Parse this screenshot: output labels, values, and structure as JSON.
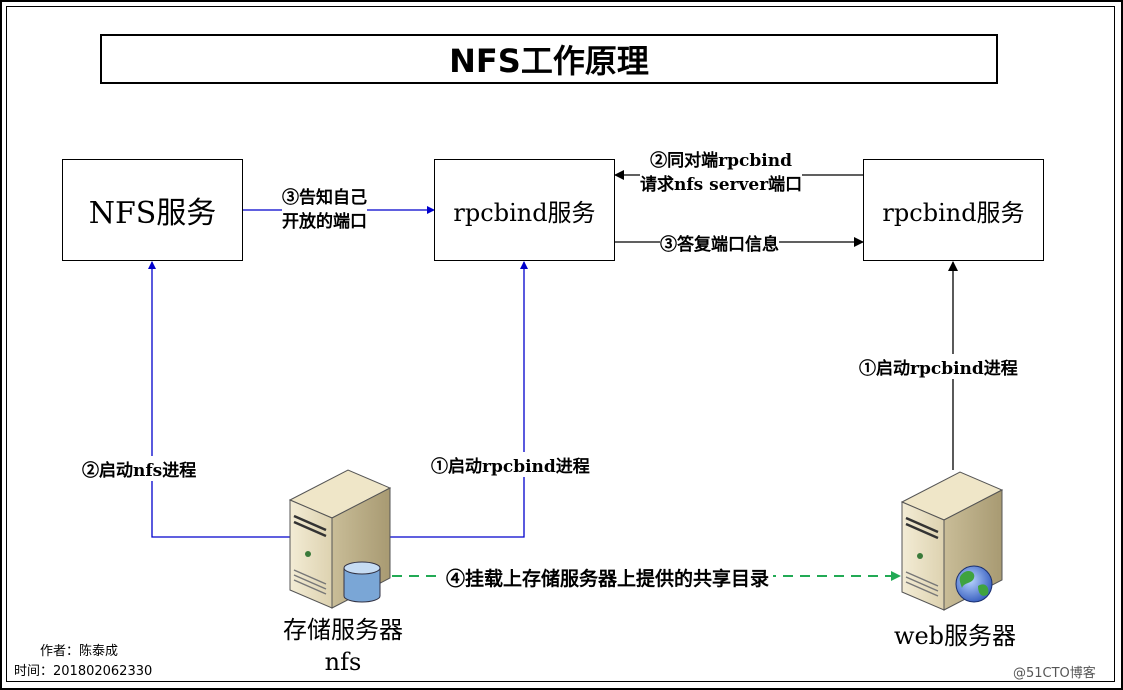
{
  "title": "NFS工作原理",
  "boxes": {
    "nfs_service": "NFS服务",
    "rpcbind_server": "rpcbind服务",
    "rpcbind_client": "rpcbind服务"
  },
  "labels": {
    "tell_port_line1": "③告知自己",
    "tell_port_line2": "开放的端口",
    "request_line1": "②同对端rpcbind",
    "request_line2": "请求nfs server端口",
    "reply": "③答复端口信息",
    "start_rpcbind_client": "①启动rpcbind进程",
    "start_nfs": "②启动nfs进程",
    "start_rpcbind_server": "①启动rpcbind进程",
    "mount": "④挂载上存储服务器上提供的共享目录"
  },
  "servers": {
    "storage_line1": "存储服务器",
    "storage_line2": "nfs",
    "web": "web服务器"
  },
  "footer": {
    "author": "作者：陈泰成",
    "time": "时间：201802062330",
    "watermark": "@51CTO博客"
  },
  "colors": {
    "blue_line": "#0000cc",
    "black_line": "#000000",
    "green_dashed": "#22aa55"
  }
}
